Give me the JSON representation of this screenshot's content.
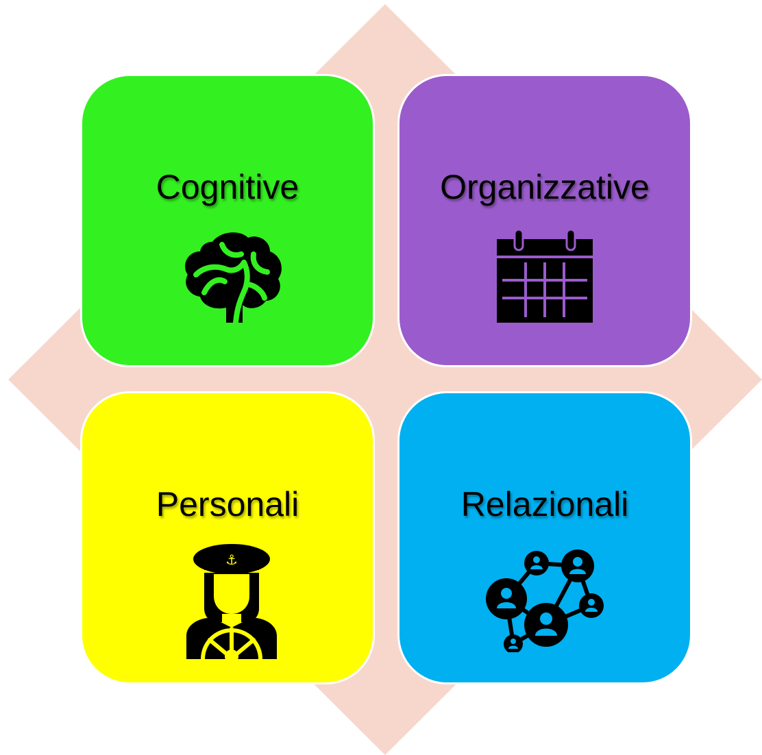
{
  "diagram": {
    "background_color": "#f7d7cc",
    "tiles": [
      {
        "id": "cognitive",
        "label": "Cognitive",
        "color": "#33f020",
        "icon": "brain-icon"
      },
      {
        "id": "organizzative",
        "label": "Organizzative",
        "color": "#9a5ccc",
        "icon": "calendar-icon"
      },
      {
        "id": "personali",
        "label": "Personali",
        "color": "#ffff00",
        "icon": "captain-icon"
      },
      {
        "id": "relazionali",
        "label": "Relazionali",
        "color": "#00b0f0",
        "icon": "network-icon"
      }
    ]
  }
}
